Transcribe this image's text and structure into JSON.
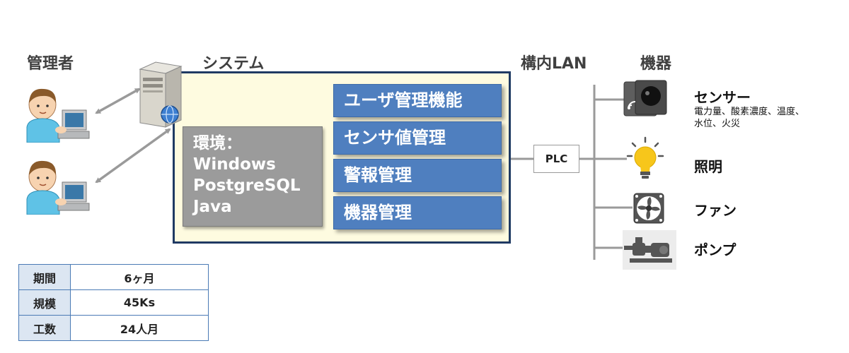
{
  "labels": {
    "admin": "管理者",
    "system": "システム",
    "lan": "構内LAN",
    "devices": "機器"
  },
  "environment": [
    "環境：",
    "Windows",
    "PostgreSQL",
    "Java"
  ],
  "functions": [
    "ユーザ管理機能",
    "センサ値管理",
    "警報管理",
    "機器管理"
  ],
  "plc": "PLC",
  "devices": [
    {
      "name": "センサー",
      "detail_lines": [
        "電力量、酸素濃度、温度、",
        "水位、火災"
      ],
      "icon": "sensor-icon"
    },
    {
      "name": "照明",
      "detail_lines": [],
      "icon": "lightbulb-icon"
    },
    {
      "name": "ファン",
      "detail_lines": [],
      "icon": "fan-icon"
    },
    {
      "name": "ポンプ",
      "detail_lines": [],
      "icon": "pump-icon"
    }
  ],
  "info_table": [
    {
      "key": "期間",
      "value": "6ヶ月"
    },
    {
      "key": "規模",
      "value": "45Ks"
    },
    {
      "key": "工数",
      "value": "24人月"
    }
  ],
  "colors": {
    "function_fill": "#4f7fbf",
    "system_fill": "#fefbe0",
    "system_border": "#1f3a63",
    "env_fill": "#9b9b9b",
    "table_key_fill": "#dce6f2"
  }
}
